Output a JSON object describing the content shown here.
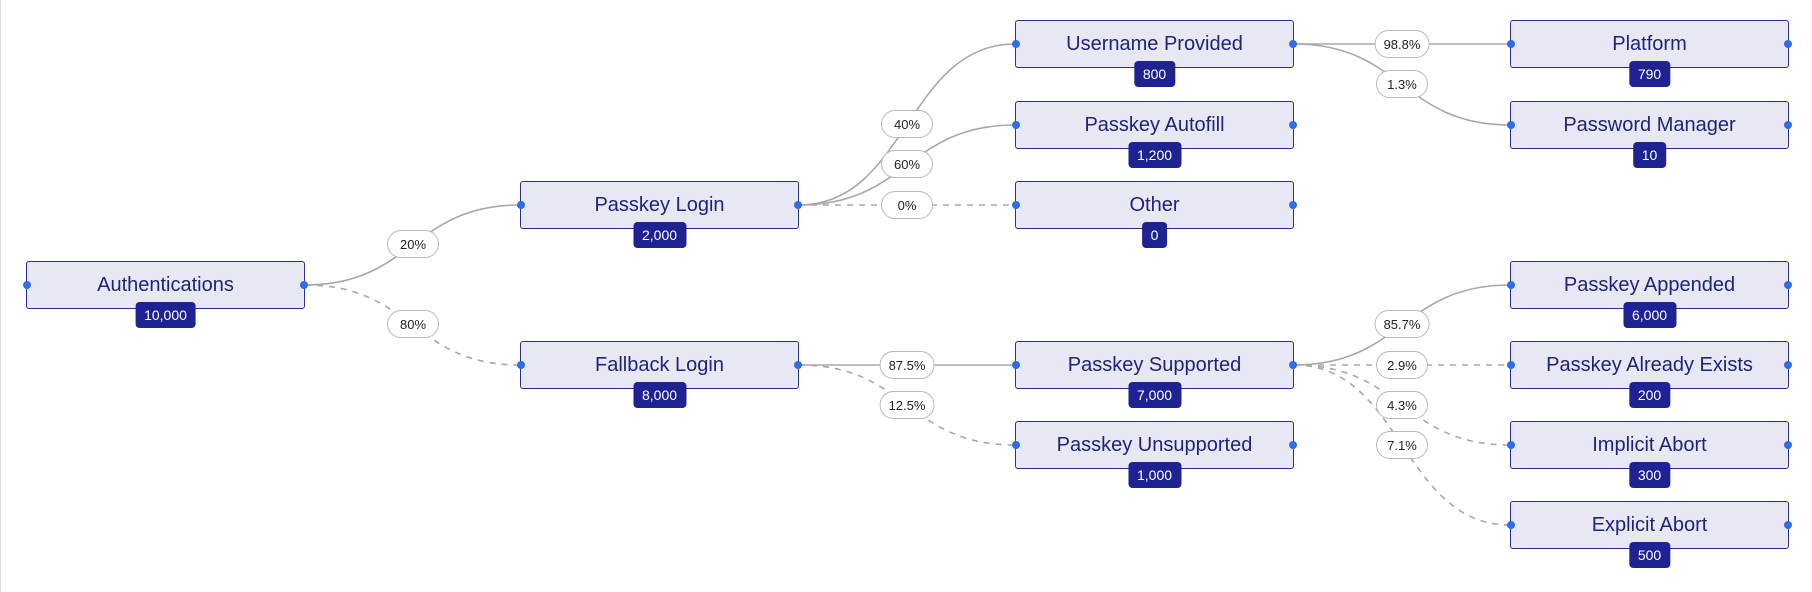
{
  "diagram": {
    "colors": {
      "node_fill": "#e8e8f4",
      "node_border": "#2b2f8f",
      "badge": "#1f2391",
      "port": "#2f6de8",
      "edge": "#a8a8a8"
    },
    "nodes": [
      {
        "id": "authentications",
        "label": "Authentications",
        "count": "10,000"
      },
      {
        "id": "passkey-login",
        "label": "Passkey Login",
        "count": "2,000"
      },
      {
        "id": "fallback-login",
        "label": "Fallback Login",
        "count": "8,000"
      },
      {
        "id": "username-provided",
        "label": "Username Provided",
        "count": "800"
      },
      {
        "id": "passkey-autofill",
        "label": "Passkey Autofill",
        "count": "1,200"
      },
      {
        "id": "other",
        "label": "Other",
        "count": "0"
      },
      {
        "id": "passkey-supported",
        "label": "Passkey Supported",
        "count": "7,000"
      },
      {
        "id": "passkey-unsupported",
        "label": "Passkey Unsupported",
        "count": "1,000"
      },
      {
        "id": "platform",
        "label": "Platform",
        "count": "790"
      },
      {
        "id": "password-manager",
        "label": "Password Manager",
        "count": "10"
      },
      {
        "id": "passkey-appended",
        "label": "Passkey Appended",
        "count": "6,000"
      },
      {
        "id": "passkey-already-exists",
        "label": "Passkey Already Exists",
        "count": "200"
      },
      {
        "id": "implicit-abort",
        "label": "Implicit Abort",
        "count": "300"
      },
      {
        "id": "explicit-abort",
        "label": "Explicit Abort",
        "count": "500"
      }
    ],
    "edges": [
      {
        "from": "authentications",
        "to": "passkey-login",
        "label": "20%",
        "dashed": false
      },
      {
        "from": "authentications",
        "to": "fallback-login",
        "label": "80%",
        "dashed": true
      },
      {
        "from": "passkey-login",
        "to": "username-provided",
        "label": "40%",
        "dashed": false
      },
      {
        "from": "passkey-login",
        "to": "passkey-autofill",
        "label": "60%",
        "dashed": false
      },
      {
        "from": "passkey-login",
        "to": "other",
        "label": "0%",
        "dashed": true
      },
      {
        "from": "fallback-login",
        "to": "passkey-supported",
        "label": "87.5%",
        "dashed": false
      },
      {
        "from": "fallback-login",
        "to": "passkey-unsupported",
        "label": "12.5%",
        "dashed": true
      },
      {
        "from": "username-provided",
        "to": "platform",
        "label": "98.8%",
        "dashed": false
      },
      {
        "from": "username-provided",
        "to": "password-manager",
        "label": "1.3%",
        "dashed": false
      },
      {
        "from": "passkey-supported",
        "to": "passkey-appended",
        "label": "85.7%",
        "dashed": false
      },
      {
        "from": "passkey-supported",
        "to": "passkey-already-exists",
        "label": "2.9%",
        "dashed": true
      },
      {
        "from": "passkey-supported",
        "to": "implicit-abort",
        "label": "4.3%",
        "dashed": true
      },
      {
        "from": "passkey-supported",
        "to": "explicit-abort",
        "label": "7.1%",
        "dashed": true
      }
    ]
  }
}
